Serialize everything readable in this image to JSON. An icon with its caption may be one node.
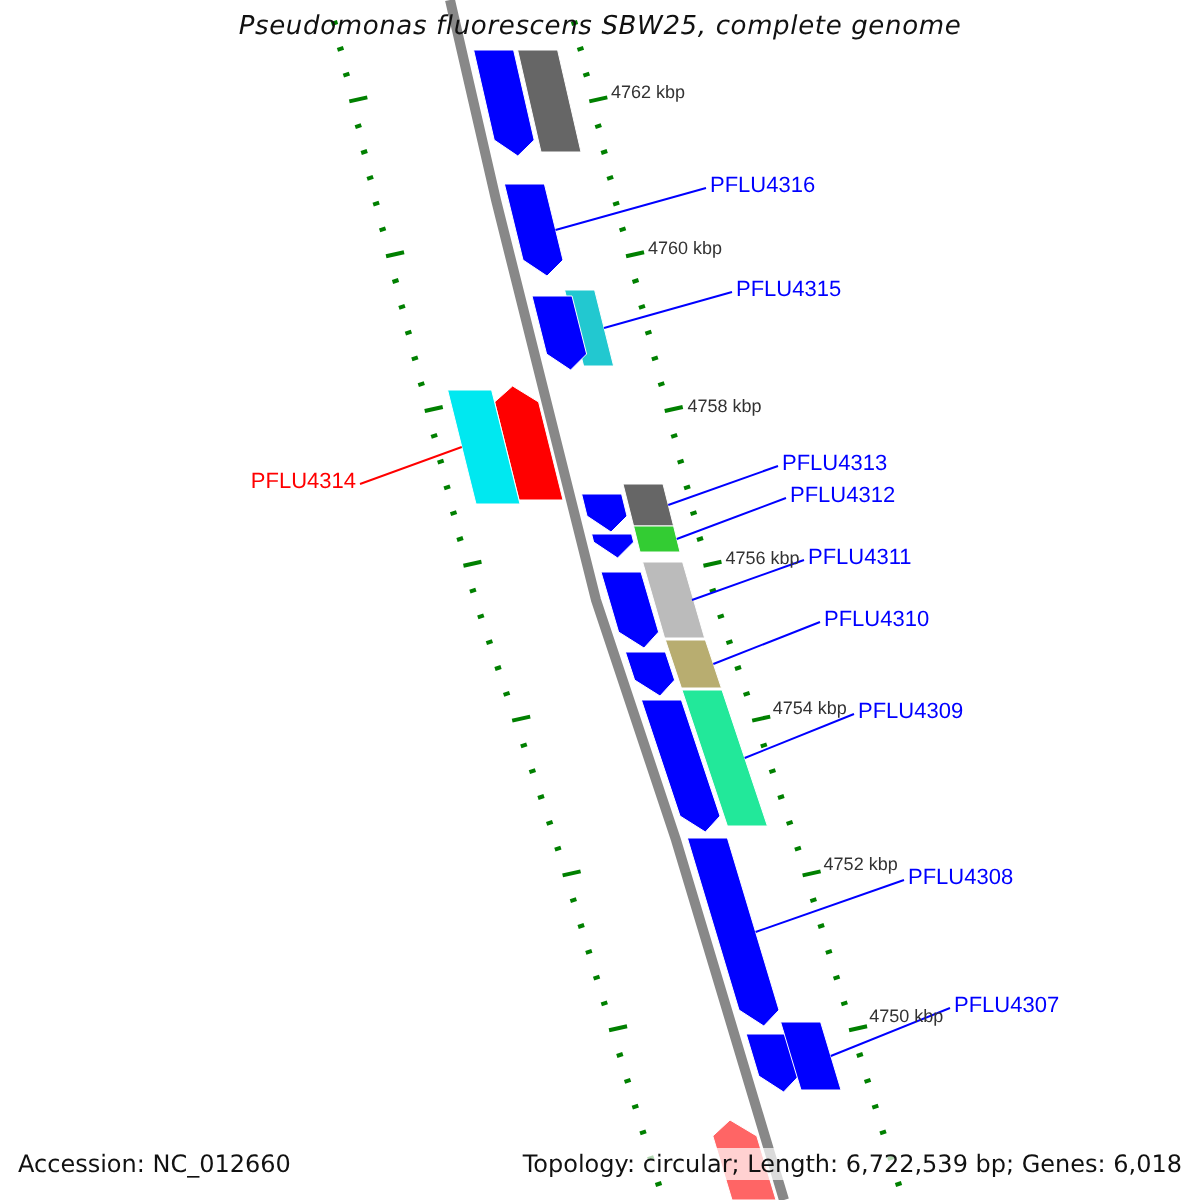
{
  "diagram": {
    "title": "Pseudomonas fluorescens SBW25, complete genome",
    "nodes": [
      {
        "text": [
          "PFLU4316"
        ]
      },
      {
        "text": [
          "PFLU4315"
        ]
      },
      {
        "text": [
          "PFLU4314"
        ]
      },
      {
        "text": [
          "PFLU4313"
        ]
      },
      {
        "text": [
          "PFLU4312"
        ]
      },
      {
        "text": [
          "PFLU4311"
        ]
      },
      {
        "text": [
          "PFLU4310"
        ]
      },
      {
        "text": [
          "PFLU4309"
        ]
      },
      {
        "text": [
          "PFLU4308"
        ]
      },
      {
        "text": [
          "PFLU4307"
        ]
      },
      {
        "text": [],
        "shape": "arrow"
      },
      {
        "text": [],
        "shape": "box"
      },
      {
        "text": [],
        "shape": "arrow"
      },
      {
        "text": [],
        "shape": "box"
      },
      {
        "text": [],
        "shape": "arrow"
      },
      {
        "text": [],
        "shape": "arrow"
      },
      {
        "text": [],
        "shape": "box"
      },
      {
        "text": [],
        "shape": "box"
      },
      {
        "text": [],
        "shape": "arrow"
      },
      {
        "text": [],
        "shape": "box"
      },
      {
        "text": [],
        "shape": "arrow"
      },
      {
        "text": [],
        "shape": "box"
      },
      {
        "text": [],
        "shape": "arrow"
      },
      {
        "text": [],
        "shape": "box"
      },
      {
        "text": [],
        "shape": "arrow"
      },
      {
        "text": [],
        "shape": "box"
      },
      {
        "text": [],
        "shape": "arrow"
      },
      {
        "text": [],
        "shape": "arrow"
      },
      {
        "text": [],
        "shape": "arrow"
      },
      {
        "text": [],
        "shape": "box"
      },
      {
        "text": [],
        "shape": "arrow"
      }
    ],
    "edges": [
      {
        "from": 0,
        "to": 12,
        "arrow": "none"
      },
      {
        "from": 1,
        "to": 13,
        "arrow": "none"
      },
      {
        "from": 2,
        "to": 16,
        "arrow": "none",
        "color": "#ff0000"
      },
      {
        "from": 3,
        "to": 17,
        "arrow": "none"
      },
      {
        "from": 4,
        "to": 19,
        "arrow": "none"
      },
      {
        "from": 5,
        "to": 21,
        "arrow": "none"
      },
      {
        "from": 6,
        "to": 23,
        "arrow": "none"
      },
      {
        "from": 7,
        "to": 25,
        "arrow": "none"
      },
      {
        "from": 8,
        "to": 27,
        "arrow": "none"
      },
      {
        "from": 9,
        "to": 29,
        "arrow": "none"
      }
    ],
    "labels": [
      "4762 kbp",
      "4760 kbp",
      "4758 kbp",
      "4756 kbp",
      "4754 kbp",
      "4752 kbp",
      "4750 kbp",
      "Accession: NC_012660",
      "Topology: circular; Length: 6,722,539 bp; Genes: 6,018"
    ]
  }
}
